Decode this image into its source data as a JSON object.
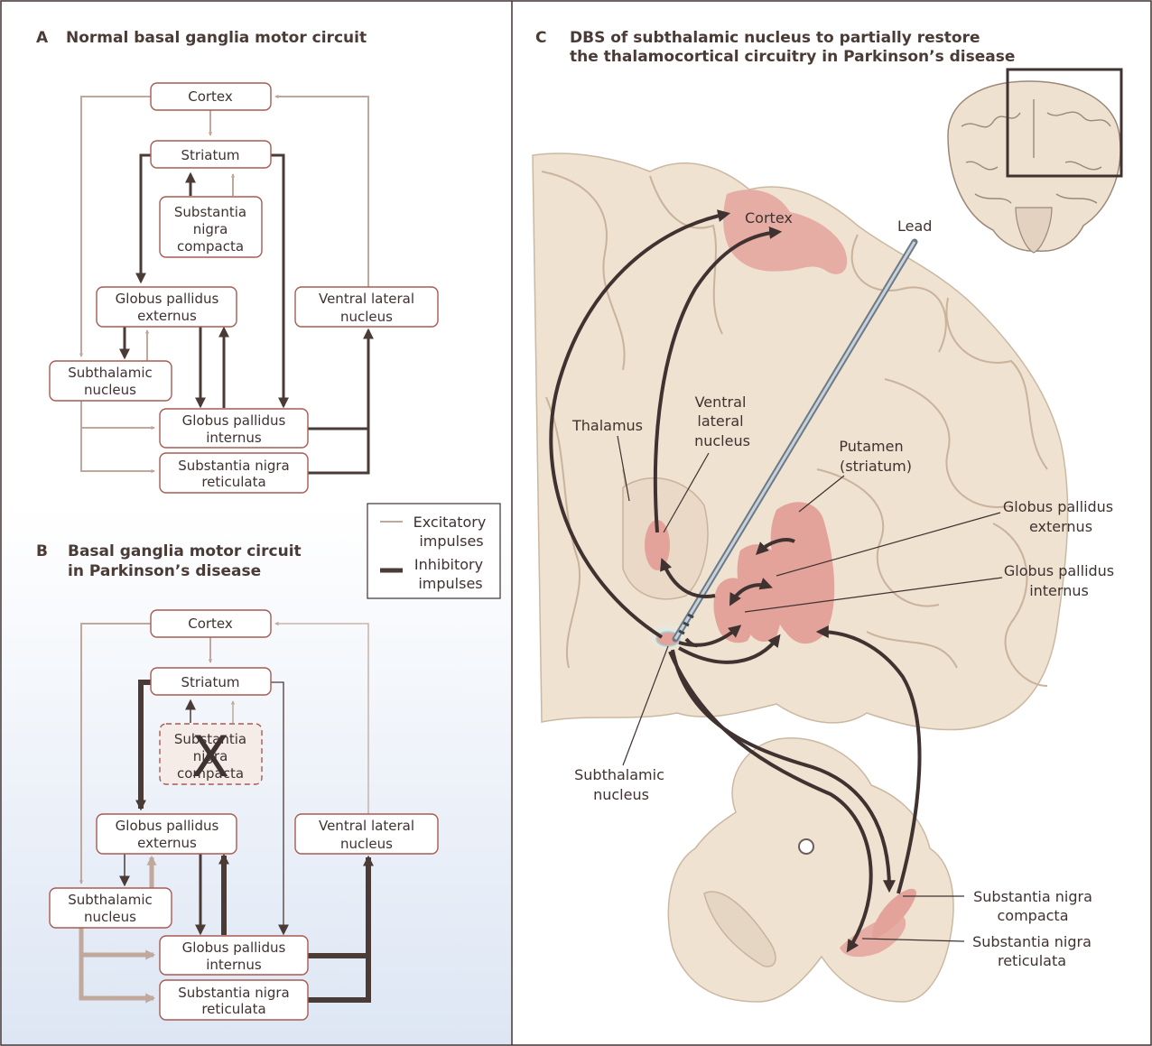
{
  "panel_a": {
    "letter": "A",
    "title": "Normal basal ganglia motor circuit",
    "cortex": "Cortex",
    "striatum": "Striatum",
    "snc": [
      "Substantia",
      "nigra",
      "compacta"
    ],
    "gpe": [
      "Globus pallidus",
      "externus"
    ],
    "vln": [
      "Ventral lateral",
      "nucleus"
    ],
    "stn": [
      "Subthalamic",
      "nucleus"
    ],
    "gpi": [
      "Globus pallidus",
      "internus"
    ],
    "snr": [
      "Substantia nigra",
      "reticulata"
    ]
  },
  "legend": {
    "excitatory": [
      "Excitatory",
      "impulses"
    ],
    "inhibitory": [
      "Inhibitory",
      "impulses"
    ]
  },
  "panel_b": {
    "letter": "B",
    "title": [
      "Basal ganglia motor circuit",
      "in Parkinson’s disease"
    ],
    "cortex": "Cortex",
    "striatum": "Striatum",
    "snc": [
      "Substantia",
      "nigra",
      "compacta"
    ],
    "lesion_mark": "X",
    "gpe": [
      "Globus pallidus",
      "externus"
    ],
    "vln": [
      "Ventral lateral",
      "nucleus"
    ],
    "stn": [
      "Subthalamic",
      "nucleus"
    ],
    "gpi": [
      "Globus pallidus",
      "internus"
    ],
    "snr": [
      "Substantia nigra",
      "reticulata"
    ]
  },
  "panel_c": {
    "letter": "C",
    "title": [
      "DBS of subthalamic nucleus to partially restore",
      "the thalamocortical circuitry in Parkinson’s disease"
    ],
    "cortex": "Cortex",
    "lead": "Lead",
    "thalamus": "Thalamus",
    "vln": [
      "Ventral",
      "lateral",
      "nucleus"
    ],
    "putamen": [
      "Putamen",
      "(striatum)"
    ],
    "gpe": [
      "Globus pallidus",
      "externus"
    ],
    "gpi": [
      "Globus pallidus",
      "internus"
    ],
    "stn": [
      "Subthalamic",
      "nucleus"
    ],
    "snc": [
      "Substantia nigra",
      "compacta"
    ],
    "snr": [
      "Substantia nigra",
      "reticulata"
    ]
  },
  "colors": {
    "excitatory": "#c0a89c",
    "inhibitory": "#4b3b36",
    "nucleus_fill": "#e3a39b",
    "box_border": "#a75a52",
    "tissue": "#efe2d0"
  }
}
